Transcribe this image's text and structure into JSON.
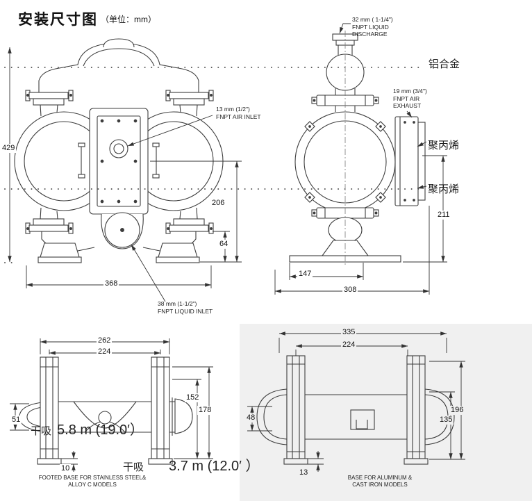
{
  "title": {
    "main": "安装尺寸图",
    "unit": "（单位：mm）"
  },
  "callouts": {
    "discharge_l1": "32 mm ( 1-1/4\")",
    "discharge_l2": "FNPT LIQUID",
    "discharge_l3": "DISCHARGE",
    "exhaust_l1": "19 mm (3/4\")",
    "exhaust_l2": "FNPT AIR",
    "exhaust_l3": "EXHAUST",
    "air_inlet_l1": "13 mm (1/2\")",
    "air_inlet_l2": "FNPT AIR INLET",
    "liquid_inlet_l1": "38 mm (1-1/2\")",
    "liquid_inlet_l2": "FNPT LIQUID INLET"
  },
  "materials": {
    "aluminum": "铝合金",
    "polypropylene_upper": "聚丙烯",
    "polypropylene_lower": "聚丙烯"
  },
  "dims": {
    "front_height": "429",
    "front_inlet_center": "206",
    "front_foot": "64",
    "front_width": "368",
    "side_base": "147",
    "side_depth": "308",
    "side_height": "211",
    "fb_outer": "262",
    "fb_inner": "224",
    "fb_h1": "152",
    "fb_h2": "178",
    "fb_left": "51",
    "fb_foot": "10",
    "ab_outer": "335",
    "ab_inner": "224",
    "ab_h1": "196",
    "ab_h2": "135",
    "ab_left": "48",
    "ab_foot": "13"
  },
  "captions": {
    "footed_l1": "FOOTED BASE FOR STAINLESS STEEL&",
    "footed_l2": "ALLOY C MODELS",
    "alum_l1": "BASE FOR ALUMINUM &",
    "alum_l2": "CAST IRON MODELS"
  },
  "notes": {
    "dry1_label": "干吸",
    "dry1_value": "5.8 m (19.0′）",
    "dry2_label": "干吸",
    "dry2_value": "3.7 m (12.0′ ）"
  }
}
